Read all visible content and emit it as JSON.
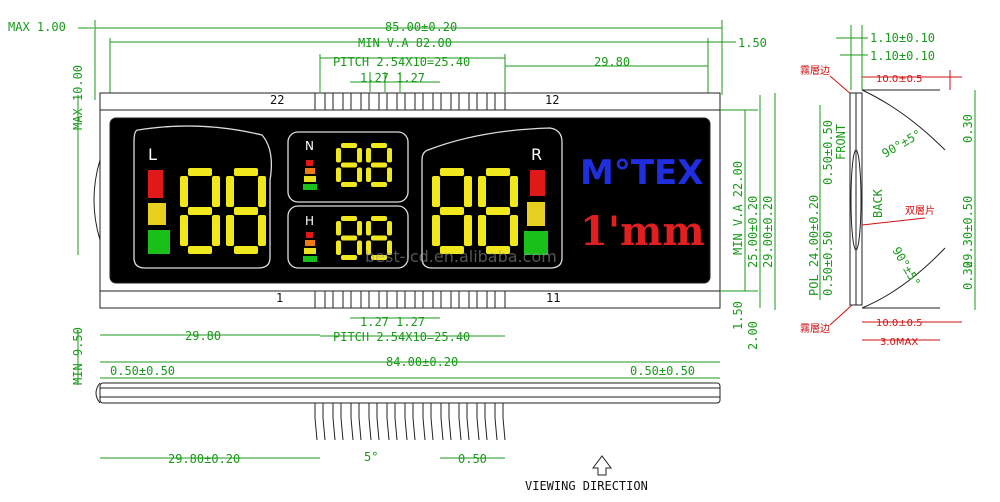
{
  "dims": {
    "max_1": "MAX  1.00",
    "overall_width": "85.00±0.20",
    "min_va": "MIN V.A 82.00",
    "right_150_top": "1.50",
    "pitch_top": "PITCH  2.54X10=25.40",
    "pitch_127_top": "1.27 1.27",
    "right_2980_top": "29.80",
    "max_10": "MAX  10.00",
    "min_va_22": "MIN V.A 22.00",
    "h_25": "25.00±0.20",
    "h_29": "29.00±0.20",
    "left_2980_bot": "29.80",
    "pitch_127_bot": "1.27 1.27",
    "pitch_bot": "PITCH  2.54X10=25.40",
    "right_150_bot": "1.50",
    "right_200_bot": "2.00",
    "min_950": "MIN  9.50",
    "width_84": "84.00±0.20",
    "left_050": "0.50±0.50",
    "right_050": "0.50±0.50",
    "bottom_2980": "29.80±0.20",
    "deg5": "5°",
    "pin_050": "0.50",
    "pin22": "22",
    "pin12": "12",
    "pin1": "1",
    "pin11": "11"
  },
  "side": {
    "t110a": "1.10±0.10",
    "t110b": "1.10±0.10",
    "t10a": "10.0±0.5",
    "t10b": "10.0±0.5",
    "t3max": "3.0MAX",
    "pol": "POL  24.00±0.20",
    "pol2": "0.50±0.50",
    "pol3": "0.50±0.50",
    "front": "FRONT",
    "back": "BACK",
    "angle_top": "90°±5°",
    "angle_bot": "90°±5°",
    "h2930": "29.30±0.50",
    "h030a": "0.30",
    "h030b": "0.30",
    "cn_top": "霧層边",
    "cn_mid": "双層片",
    "cn_bot": "霧層边"
  },
  "display": {
    "left_label": "L",
    "right_label": "R",
    "n_label": "N",
    "h_label": "H",
    "brand": "M°TEX",
    "brand_sub": "1'mm",
    "watermark": "best-lcd.en.alibaba.com"
  },
  "viewing_direction": "VIEWING  DIRECTION",
  "colors": {
    "dimension": "#1a9a1a",
    "segment": "#f0e81c",
    "brand_blue": "#1f2fe0",
    "brand_red": "#e02020",
    "bar_red": "#e01818",
    "bar_orange": "#f07a10",
    "bar_yellow": "#e8e020",
    "bar_green": "#18c018"
  }
}
